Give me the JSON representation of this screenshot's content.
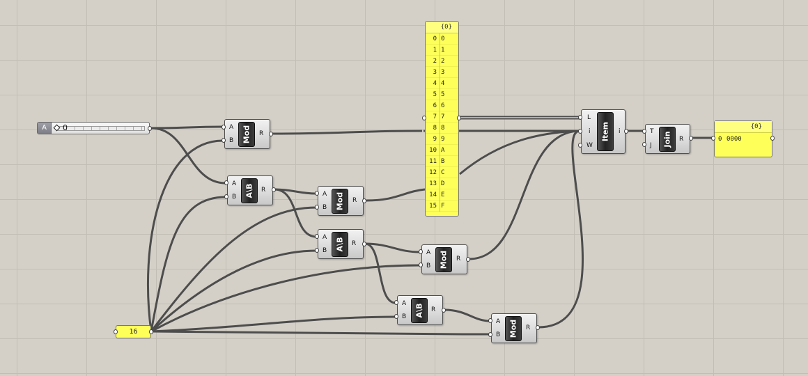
{
  "slider": {
    "label": "A",
    "value": "0"
  },
  "number_panel": {
    "value": "16"
  },
  "list_panel": {
    "path": "{0}",
    "rows": [
      {
        "index": "0",
        "value": "0"
      },
      {
        "index": "1",
        "value": "1"
      },
      {
        "index": "2",
        "value": "2"
      },
      {
        "index": "3",
        "value": "3"
      },
      {
        "index": "4",
        "value": "4"
      },
      {
        "index": "5",
        "value": "5"
      },
      {
        "index": "6",
        "value": "6"
      },
      {
        "index": "7",
        "value": "7"
      },
      {
        "index": "8",
        "value": "8"
      },
      {
        "index": "9",
        "value": "9"
      },
      {
        "index": "10",
        "value": "A"
      },
      {
        "index": "11",
        "value": "B"
      },
      {
        "index": "12",
        "value": "C"
      },
      {
        "index": "13",
        "value": "D"
      },
      {
        "index": "14",
        "value": "E"
      },
      {
        "index": "15",
        "value": "F"
      }
    ]
  },
  "output_panel": {
    "path": "{0}",
    "row_index": "0",
    "row_value": "0000"
  },
  "components": {
    "mod1": {
      "title": "Mod",
      "in1": "A",
      "in2": "B",
      "out": "R"
    },
    "mod2": {
      "title": "Mod",
      "in1": "A",
      "in2": "B",
      "out": "R"
    },
    "mod3": {
      "title": "Mod",
      "in1": "A",
      "in2": "B",
      "out": "R"
    },
    "mod4": {
      "title": "Mod",
      "in1": "A",
      "in2": "B",
      "out": "R"
    },
    "div1": {
      "title": "A\\B",
      "in1": "A",
      "in2": "B",
      "out": "R"
    },
    "div2": {
      "title": "A\\B",
      "in1": "A",
      "in2": "B",
      "out": "R"
    },
    "div3": {
      "title": "A\\B",
      "in1": "A",
      "in2": "B",
      "out": "R"
    },
    "item": {
      "title": "Item",
      "in1": "L",
      "in2": "i",
      "in3": "W",
      "out": "i"
    },
    "join": {
      "title": "Join",
      "in1": "T",
      "in2": "J",
      "out": "R"
    }
  }
}
